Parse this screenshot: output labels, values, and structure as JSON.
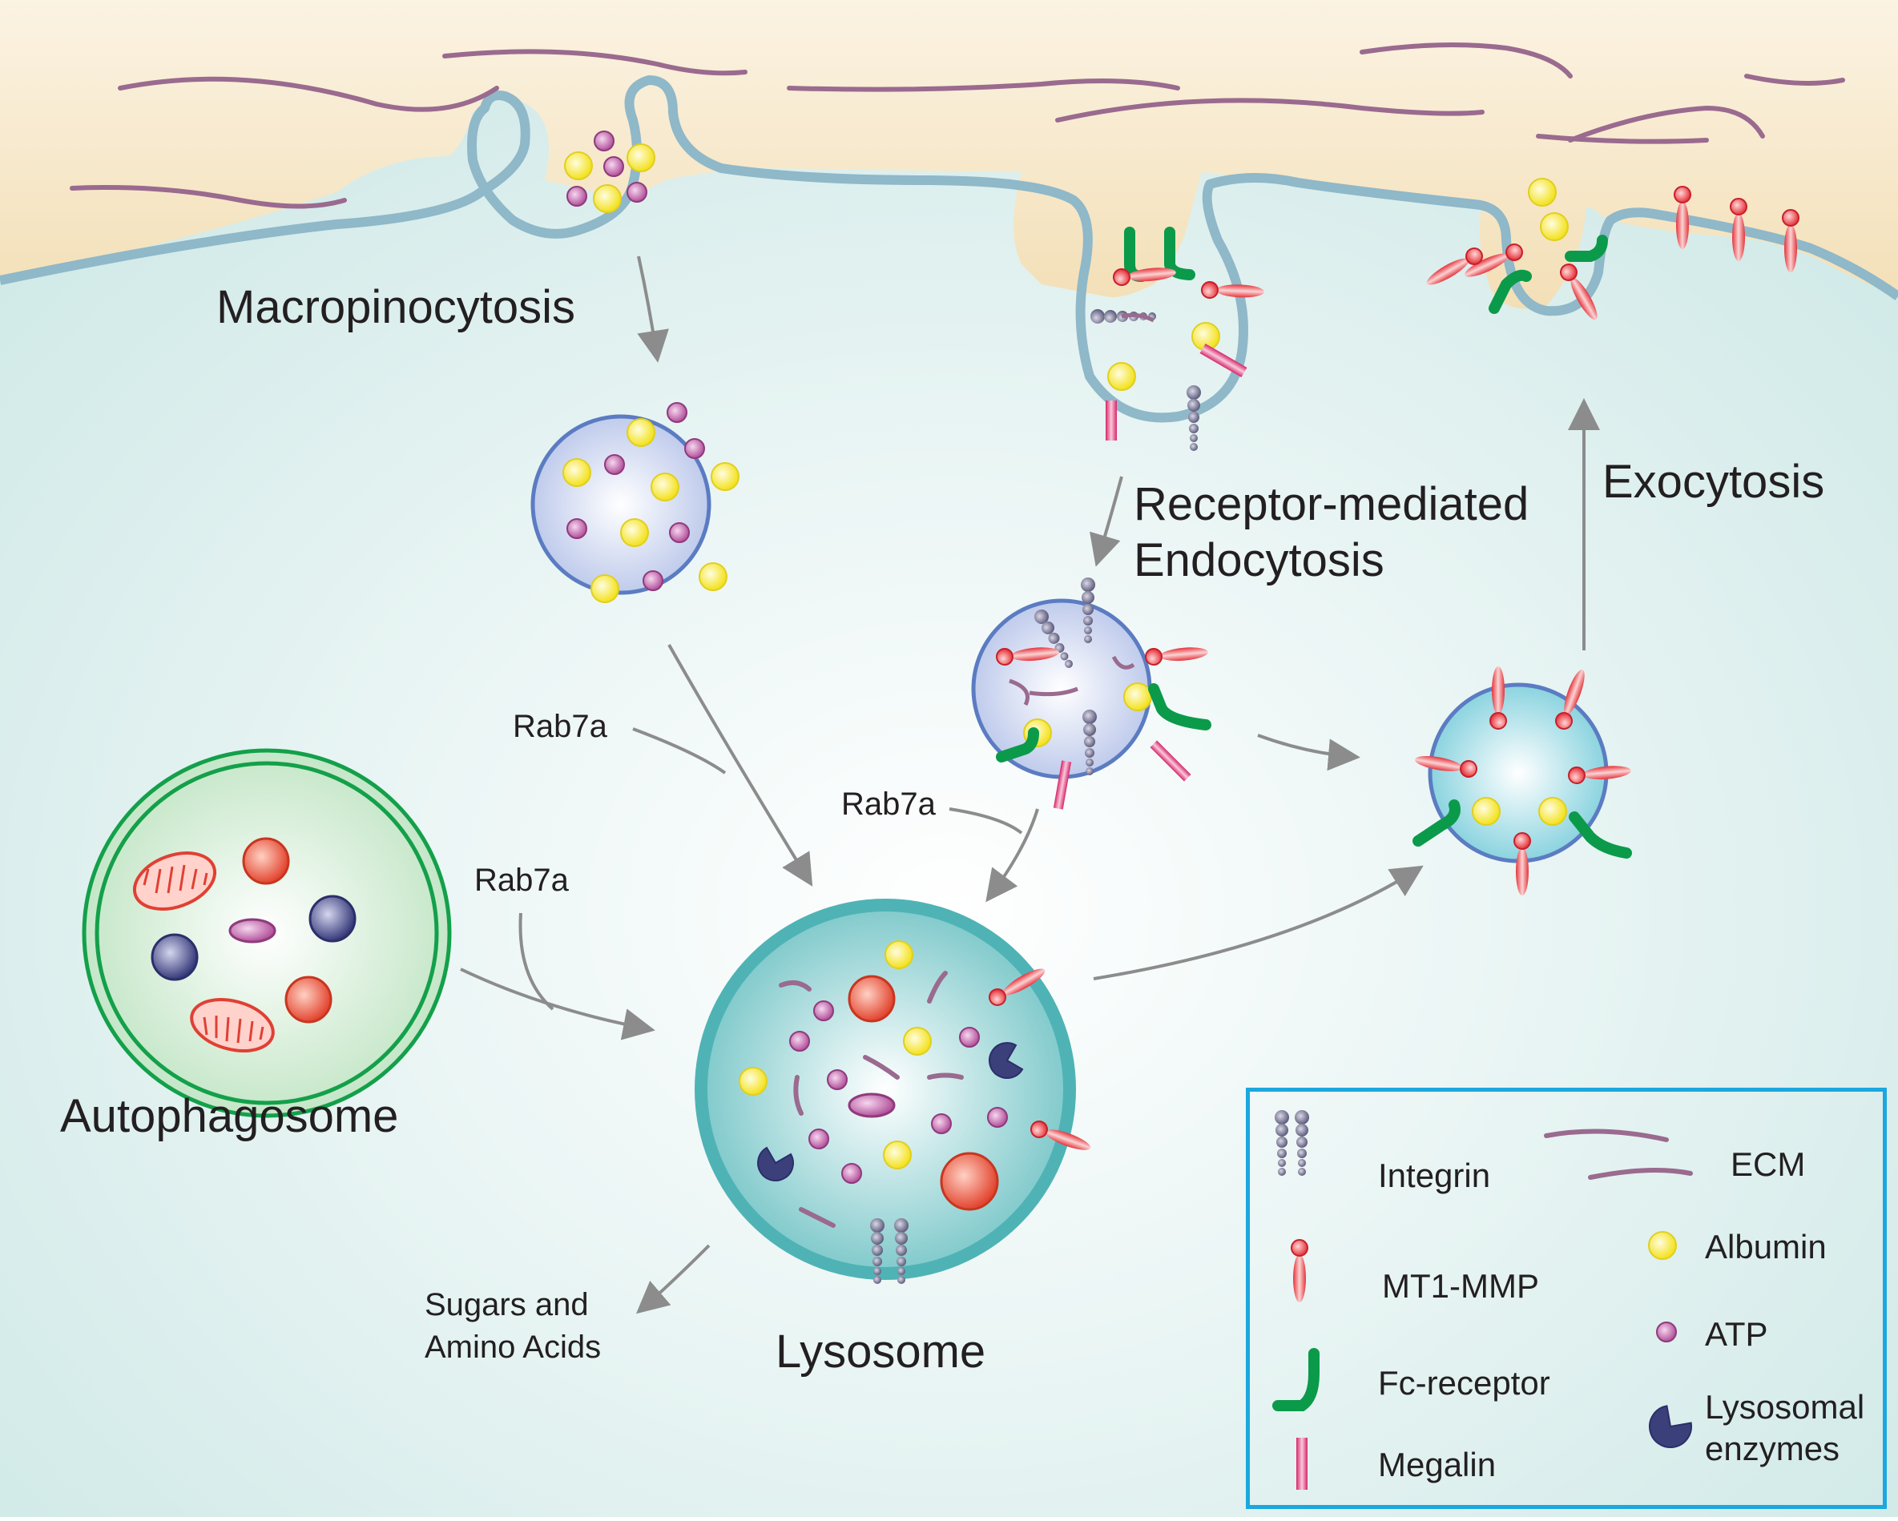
{
  "labels": {
    "macropinocytosis": "Macropinocytosis",
    "receptor_mediated_line1": "Receptor-mediated",
    "receptor_mediated_line2": "Endocytosis",
    "exocytosis": "Exocytosis",
    "rab7a_1": "Rab7a",
    "rab7a_2": "Rab7a",
    "rab7a_3": "Rab7a",
    "autophagosome": "Autophagosome",
    "lysosome": "Lysosome",
    "sugars_line1": "Sugars and",
    "sugars_line2": "Amino Acids"
  },
  "legend": {
    "integrin": "Integrin",
    "ecm": "ECM",
    "mt1mmp": "MT1-MMP",
    "albumin": "Albumin",
    "fc_receptor": "Fc-receptor",
    "atp": "ATP",
    "megalin": "Megalin",
    "lysosomal_line1": "Lysosomal",
    "lysosomal_line2": "enzymes"
  },
  "colors": {
    "extracellular": "#f7e7c3",
    "cytoplasm": "#d7eeeb",
    "membrane": "#8fb8c9",
    "ecm": "#9a6a8f",
    "albumin": "#f5e83a",
    "atp": "#b7599e",
    "mt1mmp": "#e8343c",
    "fc_receptor": "#0b9a4a",
    "megalin": "#d6266b",
    "integrin": "#6a6888",
    "lysosomal_enzyme": "#3b3f7a",
    "vesicle_border": "#5b7cc2",
    "lysosome": "#4fb3b5",
    "autophagosome_border": "#13a04a",
    "legend_border": "#1ba7df",
    "arrow": "#8c8c8c"
  }
}
